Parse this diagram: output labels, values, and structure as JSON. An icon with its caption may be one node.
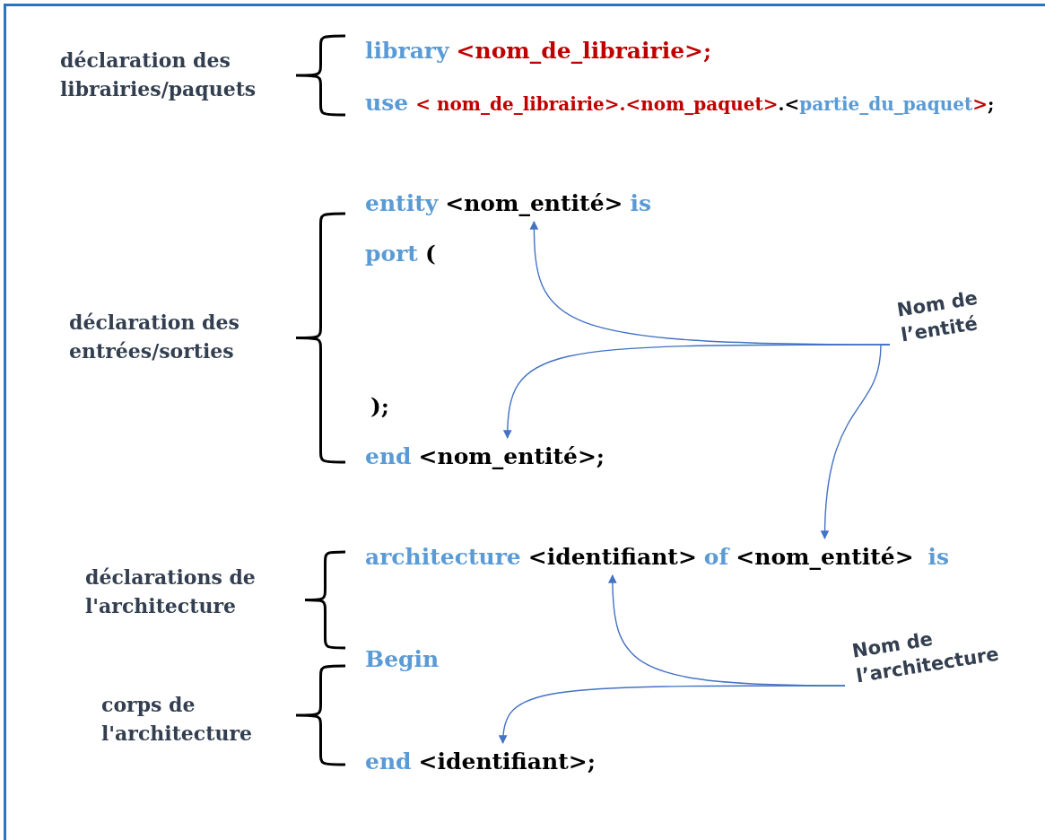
{
  "diagram": {
    "nodes": [
      {
        "text": [
          "<nom_entité>"
        ]
      },
      {
        "text": [
          "Nom de l’entité"
        ]
      },
      {
        "text": [
          "<nom_entité>"
        ]
      },
      {
        "text": [
          "<identifiant>"
        ]
      },
      {
        "text": [
          "<nom_entité>"
        ]
      },
      {
        "text": [
          "Nom de l’architecture"
        ]
      },
      {
        "text": [
          "<identifiant>"
        ]
      }
    ],
    "edges": [
      {
        "from": 1,
        "to": 0,
        "arrow": "to"
      },
      {
        "from": 1,
        "to": 2,
        "arrow": "to"
      },
      {
        "from": 1,
        "to": 4,
        "arrow": "to"
      },
      {
        "from": 5,
        "to": 3,
        "arrow": "to"
      },
      {
        "from": 5,
        "to": 6,
        "arrow": "to"
      }
    ],
    "labels": [
      "déclaration des librairies/paquets",
      "library",
      "<nom_de_librairie>;",
      "use",
      "< nom_de_librairie>.<nom_paquet>",
      ".<",
      "partie_du_paquet",
      ">",
      ";",
      "entity",
      "is",
      "port",
      "(",
      "déclaration des entrées/sorties",
      ");",
      "end",
      ";",
      "architecture",
      "of",
      "is",
      "déclarations de l'architecture",
      "Begin",
      "corps de l'architecture",
      "end",
      ";"
    ]
  }
}
